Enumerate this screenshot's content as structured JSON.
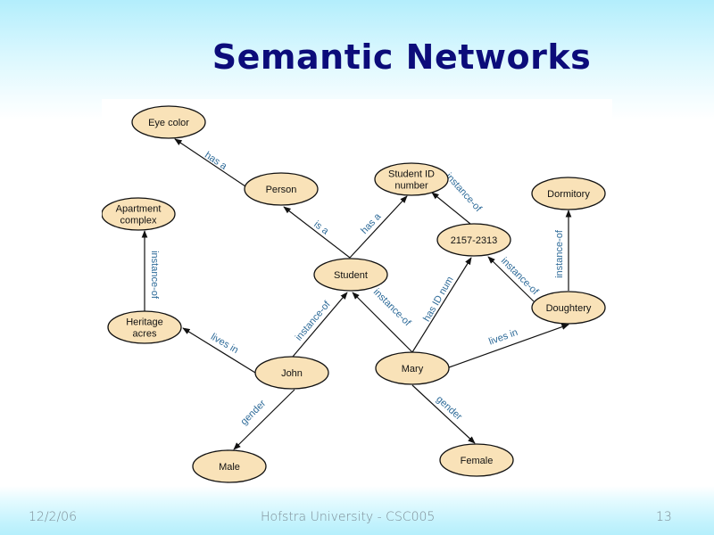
{
  "slide": {
    "title": "Semantic Networks",
    "footer": {
      "date": "12/2/06",
      "center": "Hofstra University - CSC005",
      "page": "13"
    }
  },
  "colors": {
    "title": "#0c0c7a",
    "node_fill": "#f9e2b8",
    "node_stroke": "#111111",
    "edge_label": "#2e6b99",
    "footer_text": "#7d8d96"
  },
  "diagram": {
    "nodes": {
      "eye_color": [
        "Eye color"
      ],
      "person": [
        "Person"
      ],
      "student_id": [
        "Student ID",
        "number"
      ],
      "dormitory": [
        "Dormitory"
      ],
      "apartment": [
        "Apartment",
        "complex"
      ],
      "id_value": [
        "2157-2313"
      ],
      "student": [
        "Student"
      ],
      "heritage": [
        "Heritage",
        "acres"
      ],
      "doughtery": [
        "Doughtery"
      ],
      "john": [
        "John"
      ],
      "mary": [
        "Mary"
      ],
      "male": [
        "Male"
      ],
      "female": [
        "Female"
      ]
    },
    "edges": [
      {
        "id": "person-eye",
        "from": "person",
        "to": "eye_color",
        "label": "has a"
      },
      {
        "id": "student-person",
        "from": "student",
        "to": "person",
        "label": "is a"
      },
      {
        "id": "student-sid",
        "from": "student",
        "to": "student_id",
        "label": "has a"
      },
      {
        "id": "idval-sid",
        "from": "id_value",
        "to": "student_id",
        "label": "instance-of"
      },
      {
        "id": "dough-dorm",
        "from": "doughtery",
        "to": "dormitory",
        "label": "instance-of"
      },
      {
        "id": "dough-idval",
        "from": "doughtery",
        "to": "id_value",
        "label": "instance-of"
      },
      {
        "id": "heritage-apt",
        "from": "heritage",
        "to": "apartment",
        "label": "instance-of"
      },
      {
        "id": "john-student",
        "from": "john",
        "to": "student",
        "label": "instance-of"
      },
      {
        "id": "mary-student",
        "from": "mary",
        "to": "student",
        "label": "instance-of"
      },
      {
        "id": "mary-idval",
        "from": "mary",
        "to": "id_value",
        "label": "has ID num"
      },
      {
        "id": "john-heritage",
        "from": "john",
        "to": "heritage",
        "label": "lives in"
      },
      {
        "id": "mary-dough",
        "from": "mary",
        "to": "doughtery",
        "label": "lives in"
      },
      {
        "id": "john-male",
        "from": "john",
        "to": "male",
        "label": "gender"
      },
      {
        "id": "mary-female",
        "from": "mary",
        "to": "female",
        "label": "gender"
      }
    ]
  }
}
